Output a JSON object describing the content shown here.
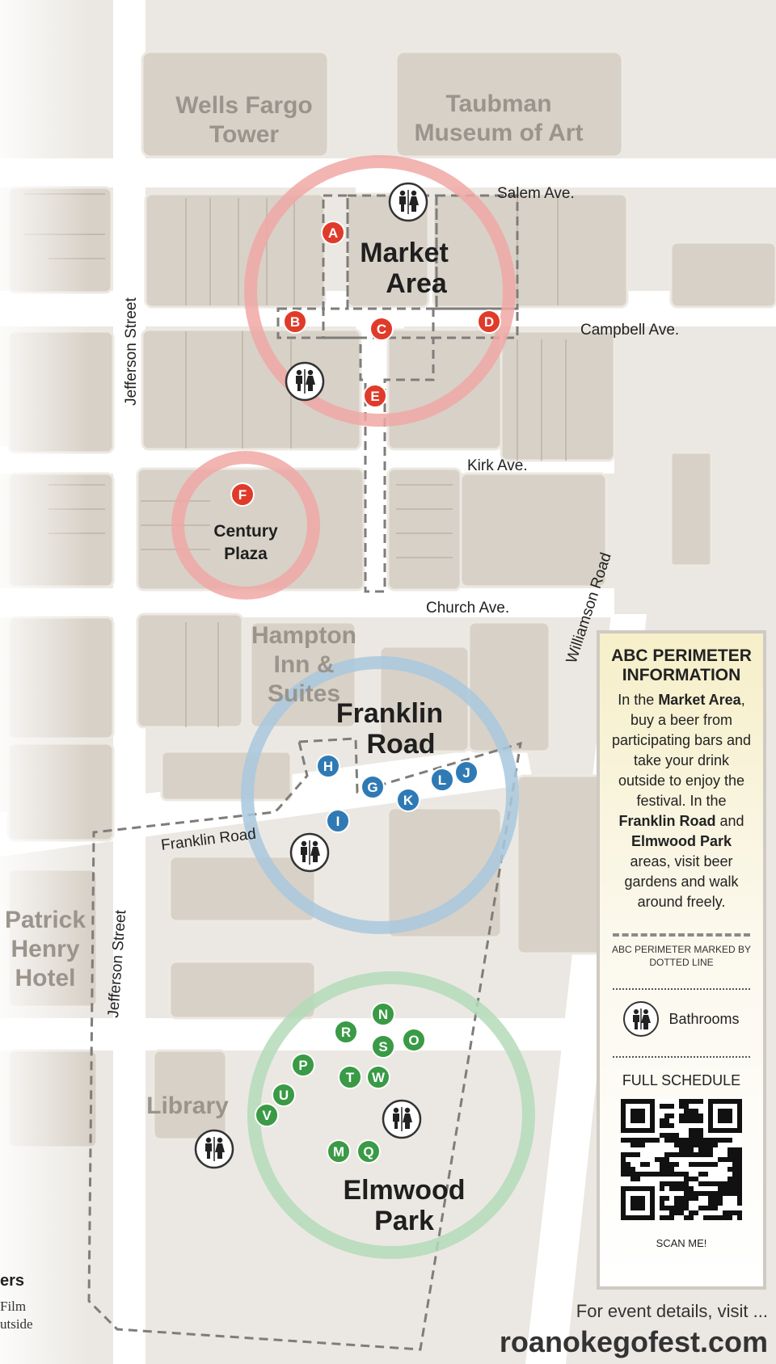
{
  "streets": {
    "salem": "Salem Ave.",
    "campbell": "Campbell Ave.",
    "kirk": "Kirk Ave.",
    "church": "Church Ave.",
    "jefferson_north": "Jefferson Street",
    "jefferson_south": "Jefferson Street",
    "williamson": "Williamson Road",
    "franklin": "Franklin Road"
  },
  "landmarks": {
    "wells_fargo_1": "Wells Fargo",
    "wells_fargo_2": "Tower",
    "taubman_1": "Taubman",
    "taubman_2": "Museum of Art",
    "hampton_1": "Hampton",
    "hampton_2": "Inn &",
    "hampton_3": "Suites",
    "patrick_1": "Patrick",
    "patrick_2": "Henry",
    "patrick_3": "Hotel",
    "library": "Library"
  },
  "zones": {
    "market_1": "Market",
    "market_2": "Area",
    "century_1": "Century",
    "century_2": "Plaza",
    "franklin_1": "Franklin",
    "franklin_2": "Road",
    "elmwood_1": "Elmwood",
    "elmwood_2": "Park"
  },
  "zone_colors": {
    "market": "#f0a8a4",
    "franklin": "#a9c8de",
    "elmwood": "#b4dbb8"
  },
  "markers": {
    "A": "A",
    "B": "B",
    "C": "C",
    "D": "D",
    "E": "E",
    "F": "F",
    "G": "G",
    "H": "H",
    "I": "I",
    "J": "J",
    "K": "K",
    "L": "L",
    "M": "M",
    "N": "N",
    "O": "O",
    "P": "P",
    "Q": "Q",
    "R": "R",
    "S": "S",
    "T": "T",
    "U": "U",
    "V": "V",
    "W": "W"
  },
  "marker_colors": {
    "red": "#e03b2a",
    "blue": "#2f7ab4",
    "green": "#3a9a46"
  },
  "legend": {
    "title": "ABC PERIMETER INFORMATION",
    "body_1": "In the ",
    "body_market": "Market Area",
    "body_2": ", buy a beer from participating bars and take your drink outside to enjoy the festival. In the ",
    "body_franklin": "Franklin Road",
    "body_3": " and ",
    "body_elmwood": "Elmwood Park",
    "body_4": " areas, visit beer gardens and walk around freely.",
    "perimeter_note": "ABC PERIMETER MARKED BY DOTTED LINE",
    "bathrooms": "Bathrooms",
    "bathroom_icon": "restroom-icon",
    "schedule": "FULL SCHEDULE",
    "qr_icon": "qr-code-icon",
    "scan": "SCAN ME!"
  },
  "footer": {
    "details": "For event details, visit ...",
    "url": "roanokegofest.com"
  },
  "cutoff_legend": {
    "heading": "ers",
    "line_1": "Film",
    "line_2": "utside"
  }
}
